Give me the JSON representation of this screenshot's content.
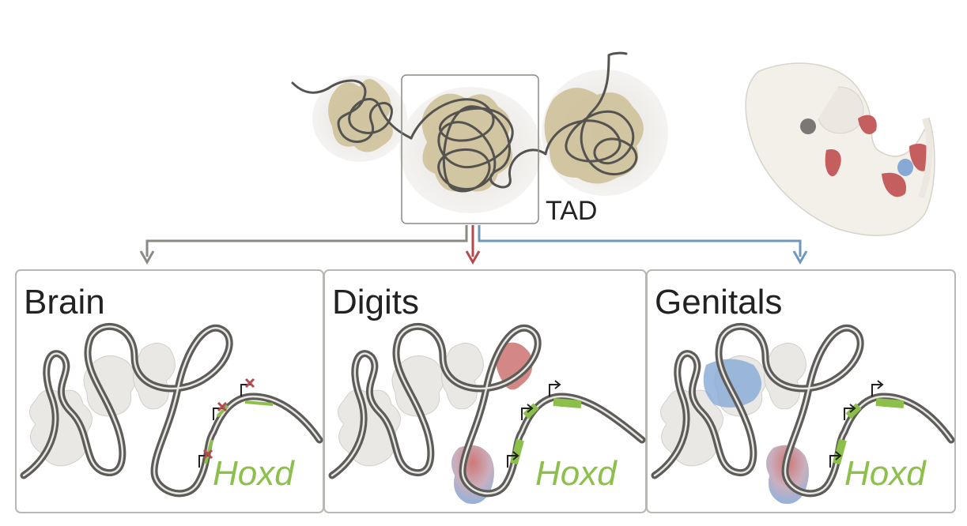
{
  "tad_label": "TAD",
  "panels": [
    {
      "title": "Brain",
      "gene": "Hoxd",
      "state": "inactive"
    },
    {
      "title": "Digits",
      "gene": "Hoxd",
      "state": "active"
    },
    {
      "title": "Genitals",
      "gene": "Hoxd",
      "state": "active"
    }
  ],
  "colors": {
    "arrow_brain": "#8a8a84",
    "arrow_digits": "#b24a4f",
    "arrow_genitals": "#6f97bd",
    "gene_green": "#8cc04a",
    "enhancer_red": "#c96a68",
    "enhancer_blue": "#86a9d6",
    "chromatin": "#5e5c58",
    "tad_blob": "#cdbf95"
  }
}
